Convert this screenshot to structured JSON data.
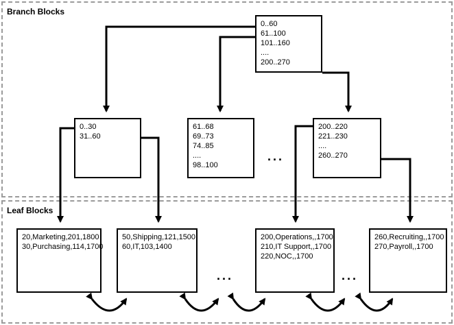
{
  "regions": {
    "branch": "Branch Blocks",
    "leaf": "Leaf Blocks"
  },
  "nodes": {
    "root": [
      "0..60",
      "61..100",
      "101..160",
      "....",
      "200..270"
    ],
    "b1": [
      "0..30",
      "31..60"
    ],
    "b2": [
      "61..68",
      "69..73",
      "74..85",
      "....",
      "98..100"
    ],
    "b3": [
      "200..220",
      "221..230",
      "....",
      "260..270"
    ],
    "l1": [
      "20,Marketing,201,1800",
      "30,Purchasing,114,1700"
    ],
    "l2": [
      "50,Shipping,121,1500",
      "60,IT,103,1400"
    ],
    "l3": [
      "200,Operations,,1700",
      "210,IT Support,,1700",
      "220,NOC,,1700"
    ],
    "l4": [
      "260,Recruiting,,1700",
      "270,Payroll,,1700"
    ]
  },
  "ellipsis": "..."
}
